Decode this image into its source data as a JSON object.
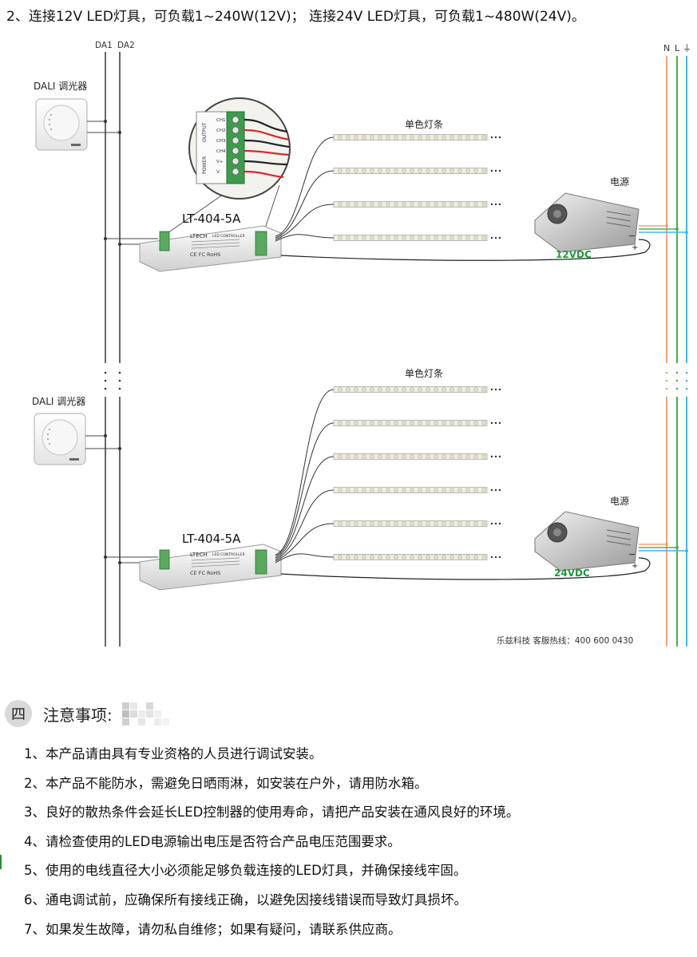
{
  "heading": "2、连接12V LED灯具，可负载1~240W(12V)； 连接24V LED灯具，可负载1~480W(24V)。",
  "bus": {
    "da1": "DA1",
    "da2": "DA2"
  },
  "mains": {
    "n": "N",
    "l": "L",
    "earth": "⏚"
  },
  "colors": {
    "n_wire": "#f5a37a",
    "l_wire": "#4caf50",
    "pe_wire": "#3fb7e8",
    "voltage": "#1d9a3a"
  },
  "groups": [
    {
      "dimmer_label": "DALI 调光器",
      "controller_model": "LT-404-5A",
      "controller_brand": "LTECH",
      "controller_sub": "LED CONTROLLER",
      "cert_marks": "CE  FC  RoHS",
      "strip_label": "单色灯条",
      "strip_count": 4,
      "psu_label": "电源",
      "voltage": "12VDC",
      "psu_minus": "−",
      "psu_plus": "+"
    },
    {
      "dimmer_label": "DALI 调光器",
      "controller_model": "LT-404-5A",
      "controller_brand": "LTECH",
      "controller_sub": "LED CONTROLLER",
      "cert_marks": "CE  FC  RoHS",
      "strip_label": "单色灯条",
      "strip_count": 6,
      "psu_label": "电源",
      "voltage": "24VDC",
      "psu_minus": "−",
      "psu_plus": "+"
    }
  ],
  "terminal_zoom": {
    "output_label": "OUTPUT",
    "power_label": "POWER",
    "pins": [
      "CH1",
      "CH2",
      "CH3",
      "CH4",
      "V+",
      "V-"
    ]
  },
  "hotline": "乐兹科技 客服热线：400 600 0430",
  "notice": {
    "number": "四",
    "title": "注意事项:",
    "items": [
      "1、本产品请由具有专业资格的人员进行调试安装。",
      "2、本产品不能防水，需避免日晒雨淋，如安装在户外，请用防水箱。",
      "3、良好的散热条件会延长LED控制器的使用寿命，请把产品安装在通风良好的环境。",
      "4、请检查使用的LED电源输出电压是否符合产品电压范围要求。",
      "5、使用的电线直径大小必须能足够负载连接的LED灯具，并确保接线牢固。",
      "6、通电调试前，应确保所有接线正确，以避免因接线错误而导致灯具损坏。",
      "7、如果发生故障，请勿私自维修；如果有疑问，请联系供应商。"
    ]
  }
}
